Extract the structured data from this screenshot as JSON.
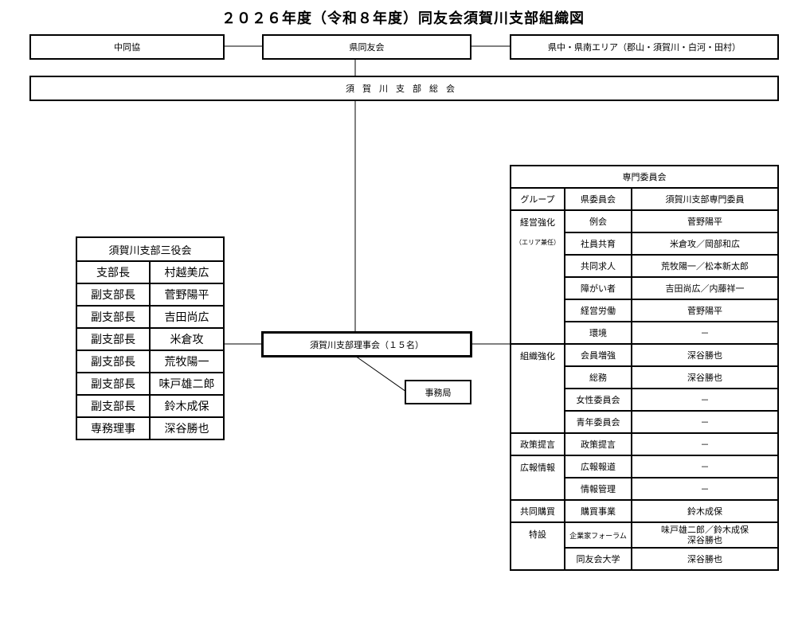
{
  "title": "２０２６年度（令和８年度）同友会須賀川支部組織図",
  "top_row": {
    "left": "中同協",
    "center": "県同友会",
    "right": "県中・県南エリア（郡山・須賀川・白河・田村）"
  },
  "general_assembly": "須賀川支部総会",
  "board": "須賀川支部理事会（１５名）",
  "secretariat": "事務局",
  "officers": {
    "header": "須賀川支部三役会",
    "rows": [
      {
        "role": "支部長",
        "name": "村越美広"
      },
      {
        "role": "副支部長",
        "name": "菅野陽平"
      },
      {
        "role": "副支部長",
        "name": "吉田尚広"
      },
      {
        "role": "副支部長",
        "name": "米倉攻"
      },
      {
        "role": "副支部長",
        "name": "荒牧陽一"
      },
      {
        "role": "副支部長",
        "name": "味戸雄二郎"
      },
      {
        "role": "副支部長",
        "name": "鈴木成保"
      },
      {
        "role": "専務理事",
        "name": "深谷勝也"
      }
    ]
  },
  "committee": {
    "header": "専門委員会",
    "col_group": "グループ",
    "col_pref": "県委員会",
    "col_branch": "須賀川支部専門委員",
    "groups": [
      {
        "name": "経営強化",
        "note": "（エリア兼任）",
        "rows": [
          {
            "committee": "例会",
            "members": "菅野陽平"
          },
          {
            "committee": "社員共育",
            "members": "米倉攻／岡部和広"
          },
          {
            "committee": "共同求人",
            "members": "荒牧陽一／松本新太郎"
          },
          {
            "committee": "障がい者",
            "members": "吉田尚広／内藤祥一"
          },
          {
            "committee": "経営労働",
            "members": "菅野陽平"
          },
          {
            "committee": "環境",
            "members": "－"
          }
        ]
      },
      {
        "name": "組織強化",
        "rows": [
          {
            "committee": "会員増強",
            "members": "深谷勝也"
          },
          {
            "committee": "総務",
            "members": "深谷勝也"
          },
          {
            "committee": "女性委員会",
            "members": "－"
          },
          {
            "committee": "青年委員会",
            "members": "－"
          }
        ]
      },
      {
        "name": "政策提言",
        "rows": [
          {
            "committee": "政策提言",
            "members": "－"
          }
        ]
      },
      {
        "name": "広報情報",
        "rows": [
          {
            "committee": "広報報道",
            "members": "－"
          },
          {
            "committee": "情報管理",
            "members": "－"
          }
        ]
      },
      {
        "name": "共同購買",
        "rows": [
          {
            "committee": "購買事業",
            "members": "鈴木成保"
          }
        ]
      },
      {
        "name": "特設",
        "rows": [
          {
            "committee": "企業家フォーラム",
            "members_line1": "味戸雄二郎／鈴木成保",
            "members_line2": "深谷勝也"
          },
          {
            "committee": "同友会大学",
            "members": "深谷勝也"
          }
        ]
      }
    ]
  }
}
